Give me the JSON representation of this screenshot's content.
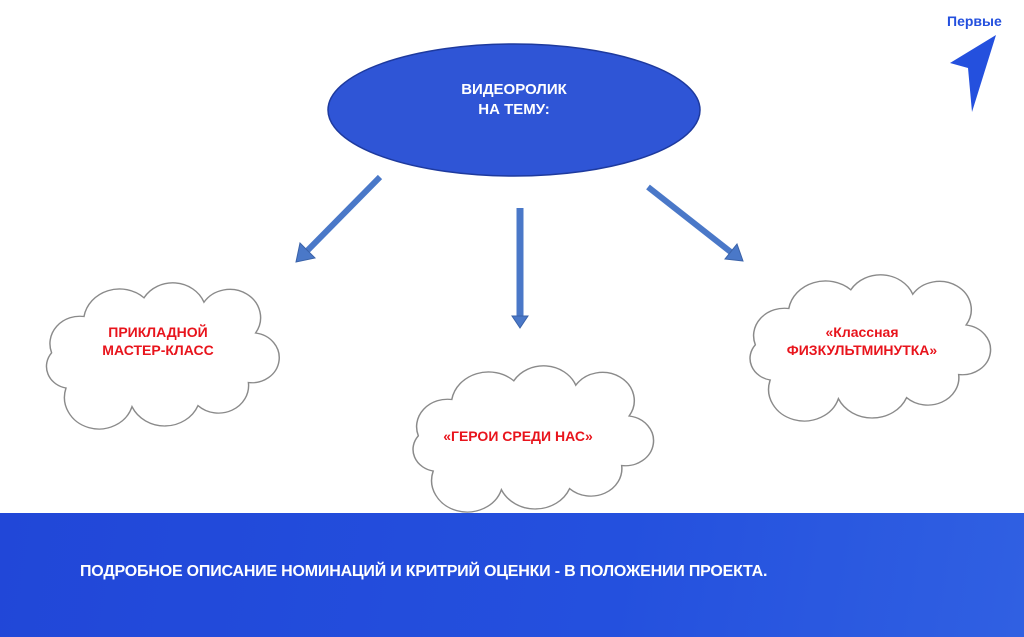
{
  "logo": {
    "text": "Первые",
    "color": "#2450de"
  },
  "center": {
    "line1": "ВИДЕОРОЛИК",
    "line2": "НА ТЕМУ:",
    "color": "#2f55d6"
  },
  "nominations": [
    {
      "line1": "ПРИКЛАДНОЙ",
      "line2": "МАСТЕР-КЛАСС"
    },
    {
      "line1": "«ГЕРОИ СРЕДИ НАС»"
    },
    {
      "line1": "«Классная",
      "line2": "ФИЗКУЛЬТМИНУТКА»"
    }
  ],
  "footer": {
    "text": "ПОДРОБНОЕ ОПИСАНИЕ НОМИНАЦИЙ И КРИТРИЙ ОЦЕНКИ - В ПОЛОЖЕНИИ ПРОЕКТА."
  }
}
